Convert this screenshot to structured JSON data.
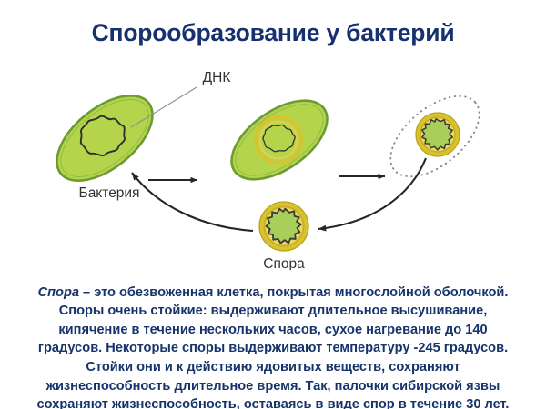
{
  "slide": {
    "title": "Спорообразование у бактерий",
    "background_color": "#ffffff",
    "title_color": "#17306e",
    "body_text_color": "#16346b"
  },
  "diagram": {
    "name": "bacterial-sporulation-cycle",
    "palette": {
      "cell_fill": "#b4d44b",
      "cell_stroke": "#6d9b32",
      "spore_coat_outer": "#d9c32c",
      "spore_coat_inner": "#e8d85f",
      "spore_core_fill": "#a9cf5a",
      "dna_stroke": "#2f2f2f",
      "arrow_color": "#262626",
      "dotted_ghost": "#7a7a7a",
      "label_color": "#3a3a3a"
    },
    "labels": [
      {
        "id": "dna",
        "text": "ДНК"
      },
      {
        "id": "bacteria",
        "text": "Бактерия"
      },
      {
        "id": "spore",
        "text": "Спора"
      }
    ],
    "stages": [
      {
        "id": "stage-1-vegetative-cell",
        "label": "Бактерия",
        "has_spore_coat": false,
        "cell_outline": "solid"
      },
      {
        "id": "stage-2-forespore",
        "label": "",
        "has_spore_coat": true,
        "cell_outline": "solid"
      },
      {
        "id": "stage-3-lysing-cell",
        "label": "",
        "has_spore_coat": true,
        "cell_outline": "dotted"
      },
      {
        "id": "stage-4-free-spore",
        "label": "Спора",
        "has_spore_coat": true,
        "cell_outline": "none"
      }
    ],
    "arrows": [
      {
        "id": "arrow-stage1-to-stage2",
        "type": "straight"
      },
      {
        "id": "arrow-stage2-to-stage3",
        "type": "straight"
      },
      {
        "id": "arrow-stage3-to-spore",
        "type": "curved"
      },
      {
        "id": "arrow-spore-to-bacteria",
        "type": "curved"
      }
    ]
  },
  "caption": {
    "lead": "Спора",
    "body": " – это обезвоженная клетка, покрытая многослойной оболочкой. Споры очень стойкие: выдерживают длительное высушивание, кипячение в течение нескольких часов, сухое нагревание до 140 градусов. Некоторые споры выдерживают температуру -245 градусов. Стойки они и к действию ядовитых веществ, сохраняют жизнеспособность длительное время. Так, палочки сибирской язвы сохраняют жизнеспособность,  оставаясь в виде спор в течение 30 лет."
  }
}
